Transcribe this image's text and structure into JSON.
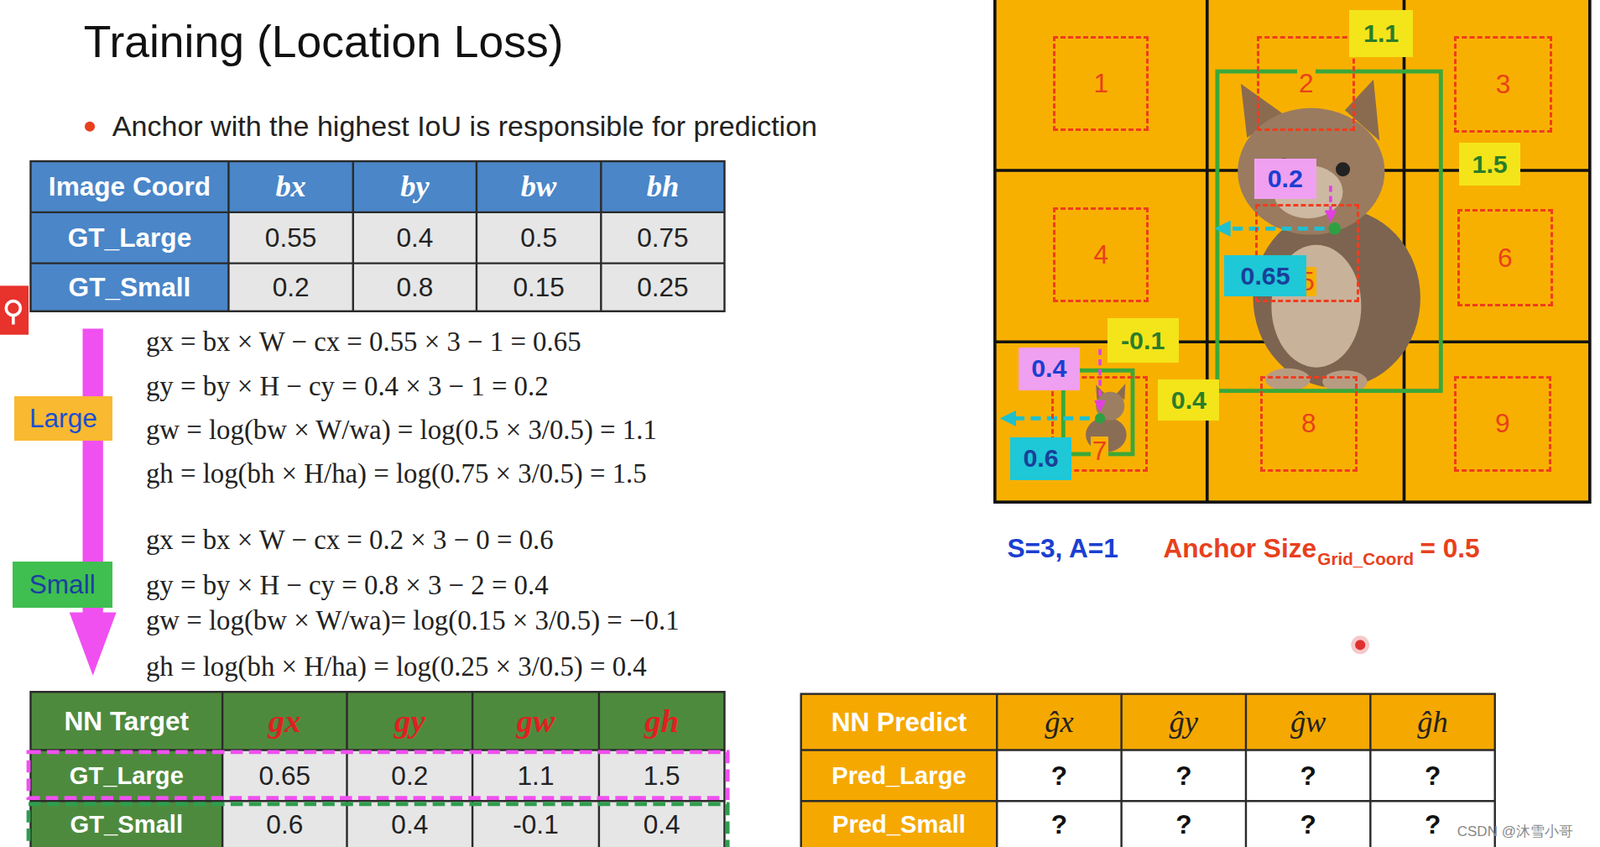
{
  "diagram": {
    "title": "Training (Location Loss)",
    "nodes": [
      {
        "text": [
          "Large"
        ]
      },
      {
        "text": [
          "Small"
        ]
      },
      {
        "text": [
          "1"
        ]
      },
      {
        "text": [
          "2"
        ]
      },
      {
        "text": [
          "3"
        ]
      },
      {
        "text": [
          "4"
        ]
      },
      {
        "text": [
          "5"
        ]
      },
      {
        "text": [
          "6"
        ]
      },
      {
        "text": [
          "7"
        ]
      },
      {
        "text": [
          "8"
        ]
      },
      {
        "text": [
          "9"
        ]
      },
      {
        "text": [
          "1.1"
        ]
      },
      {
        "text": [
          "1.5"
        ]
      },
      {
        "text": [
          "0.2"
        ]
      },
      {
        "text": [
          "0.65"
        ]
      },
      {
        "text": [
          "-0.1"
        ]
      },
      {
        "text": [
          "0.4"
        ]
      },
      {
        "text": [
          "0.4"
        ]
      },
      {
        "text": [
          "0.6"
        ]
      }
    ],
    "labels": [
      "Anchor with the highest IoU is responsible for prediction",
      "Image Coord",
      "bx",
      "by",
      "bw",
      "bh",
      "GT_Large",
      "0.55",
      "0.4",
      "0.5",
      "0.75",
      "GT_Small",
      "0.2",
      "0.8",
      "0.15",
      "0.25",
      "gx = bx × W − cx = 0.55 × 3 − 1 = 0.65",
      "gy = by × H − cy = 0.4 × 3 − 1 = 0.2",
      "gw = log(bw × W/wa) = log(0.5 × 3/0.5) = 1.1",
      "gh = log(bh × H/ha) = log(0.75 × 3/0.5) = 1.5",
      "gx = bx × W − cx = 0.2 × 3 − 0 = 0.6",
      "gy = by × H − cy = 0.8 × 3 − 2 = 0.4",
      "gw = log(bw × W/wa)= log(0.15 × 3/0.5) = −0.1",
      "gh = log(bh × H/ha) = log(0.25 × 3/0.5) = 0.4",
      "S=3, A=1",
      "Anchor Size",
      "Grid_Coord",
      "= 0.5",
      "NN Target",
      "gx",
      "gy",
      "gw",
      "gh",
      "GT_Large",
      "0.65",
      "0.2",
      "1.1",
      "1.5",
      "GT_Small",
      "0.6",
      "0.4",
      "-0.1",
      "0.4",
      "NN Predict",
      "ĝx",
      "ĝy",
      "ĝw",
      "ĝh",
      "Pred_Large",
      "?",
      "?",
      "?",
      "?",
      "Pred_Small",
      "?",
      "?",
      "?",
      "?",
      "CSDN @沐雪小哥"
    ]
  }
}
